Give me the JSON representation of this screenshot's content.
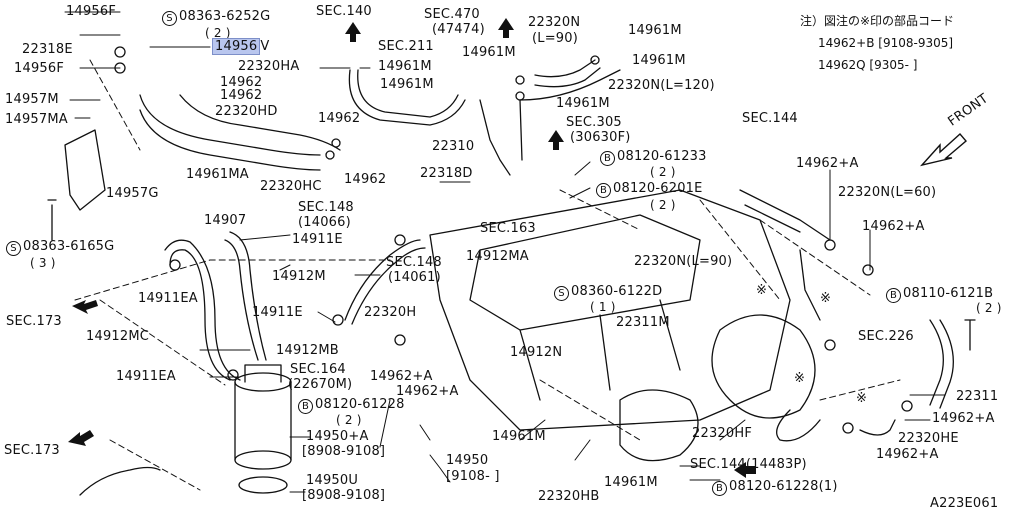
{
  "diagram": {
    "id": "A223E061",
    "front_label": "FRONT",
    "note": {
      "title": "注）図注の※印の部品コード",
      "lines": [
        "14962+B [9108-9305]",
        "14962Q [9305-    ]"
      ]
    },
    "labels": {
      "l14956F_top": "14956F",
      "l08363_6252G": "08363-6252G",
      "l08363_6252G_qty": "( 2 )",
      "l22318E": "22318E",
      "l14956": "14956",
      "l14956_v": "V",
      "l14956F": "14956F",
      "l22320HA": "22320HA",
      "l14962_a": "14962",
      "l14962_b": "14962",
      "l14957M": "14957M",
      "l14957MA": "14957MA",
      "l22320HD": "22320HD",
      "l14961MA": "14961MA",
      "l22320HC": "22320HC",
      "l14962_c": "14962",
      "l14962_d": "14962",
      "l14957G": "14957G",
      "l08363_6165G": "08363-6165G",
      "l08363_6165G_qty": "( 3 )",
      "lSEC140": "SEC.140",
      "lSEC470": "SEC.470",
      "lSEC470_sub": "(47474)",
      "lSEC211": "SEC.211",
      "l14961M_a": "14961M",
      "l14961M_b": "14961M",
      "l14961M_c": "14961M",
      "l22320N_a": "22320N",
      "l22320N_a_sub": "(L=90)",
      "l14961M_d": "14961M",
      "l14961M_e": "14961M",
      "l22320N_120": "22320N(L=120)",
      "l14961M_f": "14961M",
      "lSEC305": "SEC.305",
      "lSEC305_sub": "(30630F)",
      "l22310": "22310",
      "l08120_61233": "08120-61233",
      "l08120_61233_qty": "( 2 )",
      "l22318D": "22318D",
      "l08120_6201E": "08120-6201E",
      "l08120_6201E_qty": "( 2 )",
      "lSEC144_top": "SEC.144",
      "l14962A_a": "14962+A",
      "l22320N_60": "22320N(L=60)",
      "l14962A_b": "14962+A",
      "l14907": "14907",
      "lSEC148_a": "SEC.148",
      "lSEC148_a_sub": "(14066)",
      "l14911E_a": "14911E",
      "lSEC163": "SEC.163",
      "lSEC148_b": "SEC.148",
      "lSEC148_b_sub": "(14061)",
      "l14912M": "14912M",
      "l14912MA": "14912MA",
      "l22320N_90b": "22320N(L=90)",
      "l14911EA_a": "14911EA",
      "l08360_6122D": "08360-6122D",
      "l08360_6122D_qty": "( 1 )",
      "l08110_6121B": "08110-6121B",
      "l08110_6121B_qty": "( 2 )",
      "lSEC173_a": "SEC.173",
      "l14911E_b": "14911E",
      "l22320H": "22320H",
      "l22311M": "22311M",
      "lSEC226": "SEC.226",
      "l14912MC": "14912MC",
      "l14912MB": "14912MB",
      "l14912N": "14912N",
      "lSEC164": "SEC.164",
      "lSEC164_sub": "(22670M)",
      "l14962A_c": "14962+A",
      "l14962A_d": "14962+A",
      "l22311": "22311",
      "l14911EA_b": "14911EA",
      "l08120_61228_a": "08120-61228",
      "l08120_61228_a_qty": "( 2 )",
      "l14962A_e": "14962+A",
      "l14961M_g": "14961M",
      "l22320HF": "22320HF",
      "l22320HE": "22320HE",
      "l14950A": "14950+A",
      "l14950A_date": "[8908-9108]",
      "l14950": "14950",
      "l14950_date": "[9108-    ]",
      "lSEC173_b": "SEC.173",
      "l14962A_f": "14962+A",
      "lSEC144_b": "SEC.144(14483P)",
      "l14950U": "14950U",
      "l14950U_date": "[8908-9108]",
      "l22320HB": "22320HB",
      "l14961M_h": "14961M",
      "l08120_61228_b": "08120-61228(1)",
      "star": "※"
    },
    "circle_letters": {
      "s": "S",
      "b": "B"
    }
  }
}
